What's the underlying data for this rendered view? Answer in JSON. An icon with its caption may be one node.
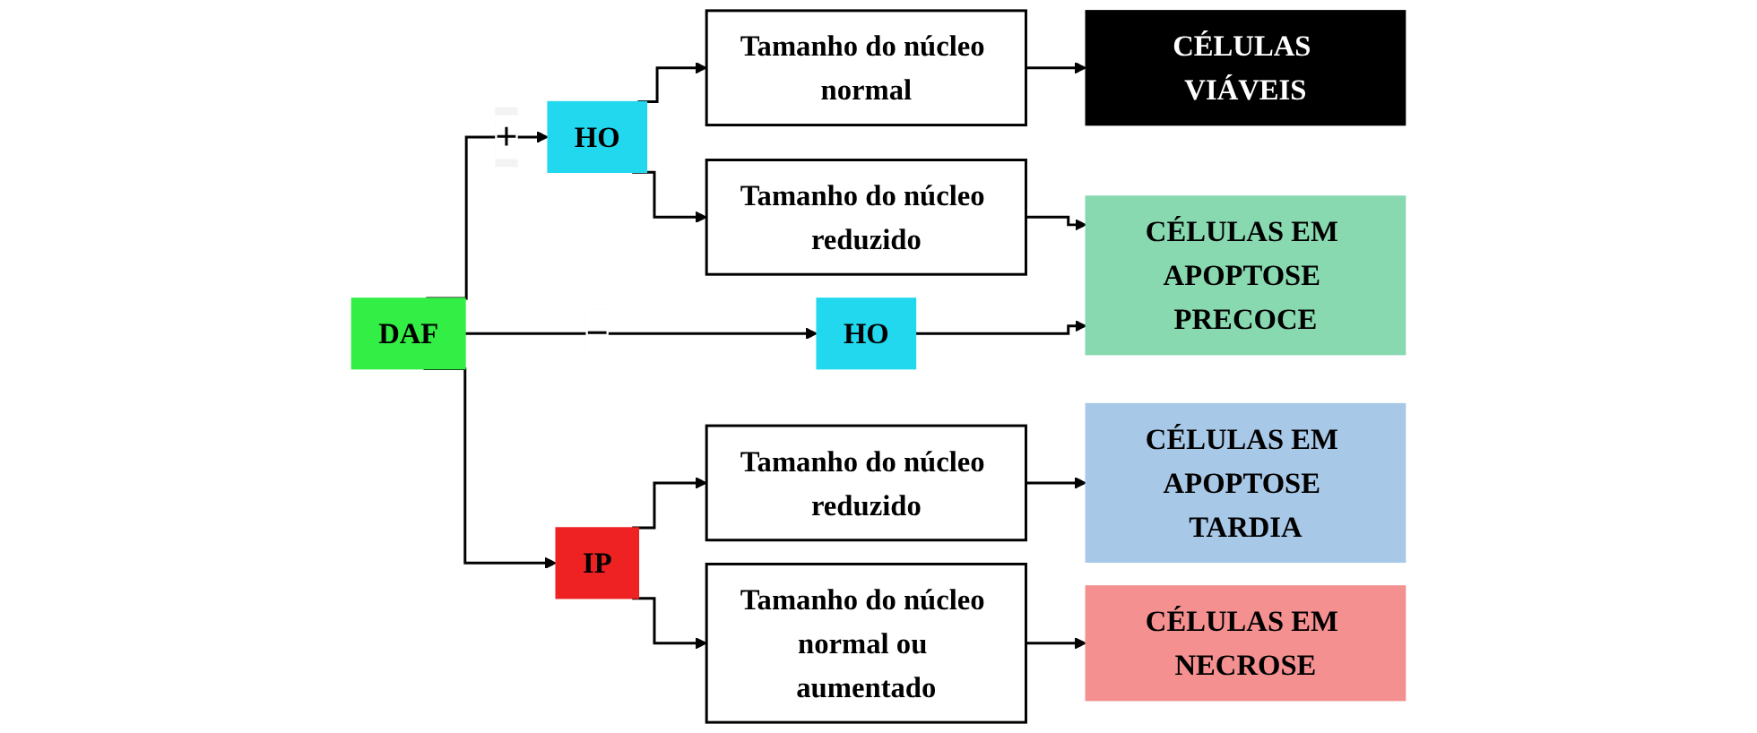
{
  "diagram": {
    "nodes": [
      {
        "text": [
          "DAF"
        ]
      },
      {
        "text": [
          "HO"
        ]
      },
      {
        "text": [
          "Tamanho do núcleo normal"
        ]
      },
      {
        "text": [
          "Tamanho do núcleo reduzido"
        ]
      },
      {
        "text": [
          "CÉLULAS VIÁVEIS"
        ]
      },
      {
        "text": [
          "CÉLULAS EM APOPTOSE PRECOCE"
        ]
      },
      {
        "text": [
          "HO"
        ]
      },
      {
        "text": [
          "IP"
        ]
      },
      {
        "text": [
          "Tamanho do núcleo reduzido"
        ]
      },
      {
        "text": [
          "Tamanho do núcleo normal ou aumentado"
        ]
      },
      {
        "text": [
          "CÉLULAS EM APOPTOSE TARDIA"
        ]
      },
      {
        "text": [
          "CÉLULAS EM NECROSE"
        ]
      }
    ],
    "edges": [
      {
        "from": 0,
        "to": 1,
        "arrow": "to",
        "label": "+"
      },
      {
        "from": 0,
        "to": 6,
        "arrow": "to",
        "label": "−"
      },
      {
        "from": 0,
        "to": 7,
        "arrow": "to"
      },
      {
        "from": 1,
        "to": 2,
        "arrow": "to"
      },
      {
        "from": 1,
        "to": 3,
        "arrow": "to"
      },
      {
        "from": 2,
        "to": 4,
        "arrow": "to"
      },
      {
        "from": 3,
        "to": 5,
        "arrow": "to"
      },
      {
        "from": 6,
        "to": 5,
        "arrow": "to"
      },
      {
        "from": 7,
        "to": 8,
        "arrow": "to"
      },
      {
        "from": 7,
        "to": 9,
        "arrow": "to"
      },
      {
        "from": 8,
        "to": 10,
        "arrow": "to"
      },
      {
        "from": 9,
        "to": 11,
        "arrow": "to"
      }
    ]
  }
}
